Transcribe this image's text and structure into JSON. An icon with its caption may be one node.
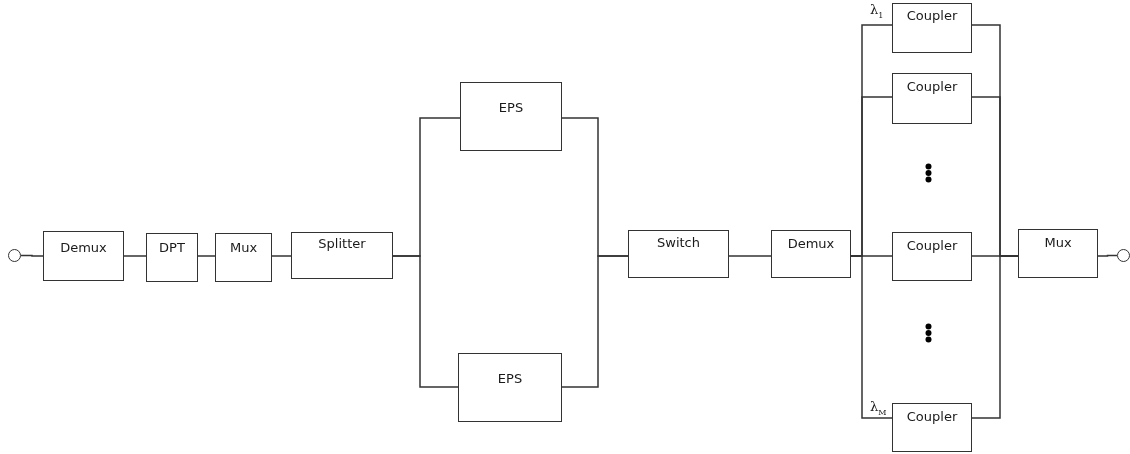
{
  "diagram": {
    "nodes": [
      {
        "text": [],
        "shape": "circle"
      },
      {
        "text": [
          "Demux"
        ]
      },
      {
        "text": [
          "DPT"
        ]
      },
      {
        "text": [
          "Mux"
        ]
      },
      {
        "text": [
          "Splitter"
        ]
      },
      {
        "text": [
          "EPS"
        ]
      },
      {
        "text": [
          "EPS"
        ]
      },
      {
        "text": [
          "Switch"
        ]
      },
      {
        "text": [
          "Demux"
        ]
      },
      {
        "text": [
          "Coupler"
        ],
        "beside": [
          "λ$_{1}$"
        ]
      },
      {
        "text": [
          "Coupler"
        ]
      },
      {
        "text": [
          "Coupler"
        ]
      },
      {
        "text": [
          "Coupler"
        ],
        "beside": [
          "λ$_{M}$"
        ]
      },
      {
        "text": [
          "Mux"
        ]
      },
      {
        "text": [],
        "shape": "circle"
      }
    ],
    "edges": [
      {
        "from": 0,
        "to": 1,
        "arrow": "none"
      },
      {
        "from": 1,
        "to": 2,
        "arrow": "none"
      },
      {
        "from": 2,
        "to": 3,
        "arrow": "none"
      },
      {
        "from": 3,
        "to": 4,
        "arrow": "none"
      },
      {
        "from": 4,
        "to": 5,
        "arrow": "none"
      },
      {
        "from": 4,
        "to": 6,
        "arrow": "none"
      },
      {
        "from": 5,
        "to": 7,
        "arrow": "none"
      },
      {
        "from": 6,
        "to": 7,
        "arrow": "none"
      },
      {
        "from": 7,
        "to": 8,
        "arrow": "none"
      },
      {
        "from": 8,
        "to": 9,
        "arrow": "none"
      },
      {
        "from": 8,
        "to": 10,
        "arrow": "none"
      },
      {
        "from": 8,
        "to": 11,
        "arrow": "none"
      },
      {
        "from": 8,
        "to": 12,
        "arrow": "none"
      },
      {
        "from": 9,
        "to": 13,
        "arrow": "none"
      },
      {
        "from": 10,
        "to": 13,
        "arrow": "none"
      },
      {
        "from": 11,
        "to": 13,
        "arrow": "none"
      },
      {
        "from": 12,
        "to": 13,
        "arrow": "none"
      },
      {
        "from": 13,
        "to": 14,
        "arrow": "none"
      }
    ]
  }
}
